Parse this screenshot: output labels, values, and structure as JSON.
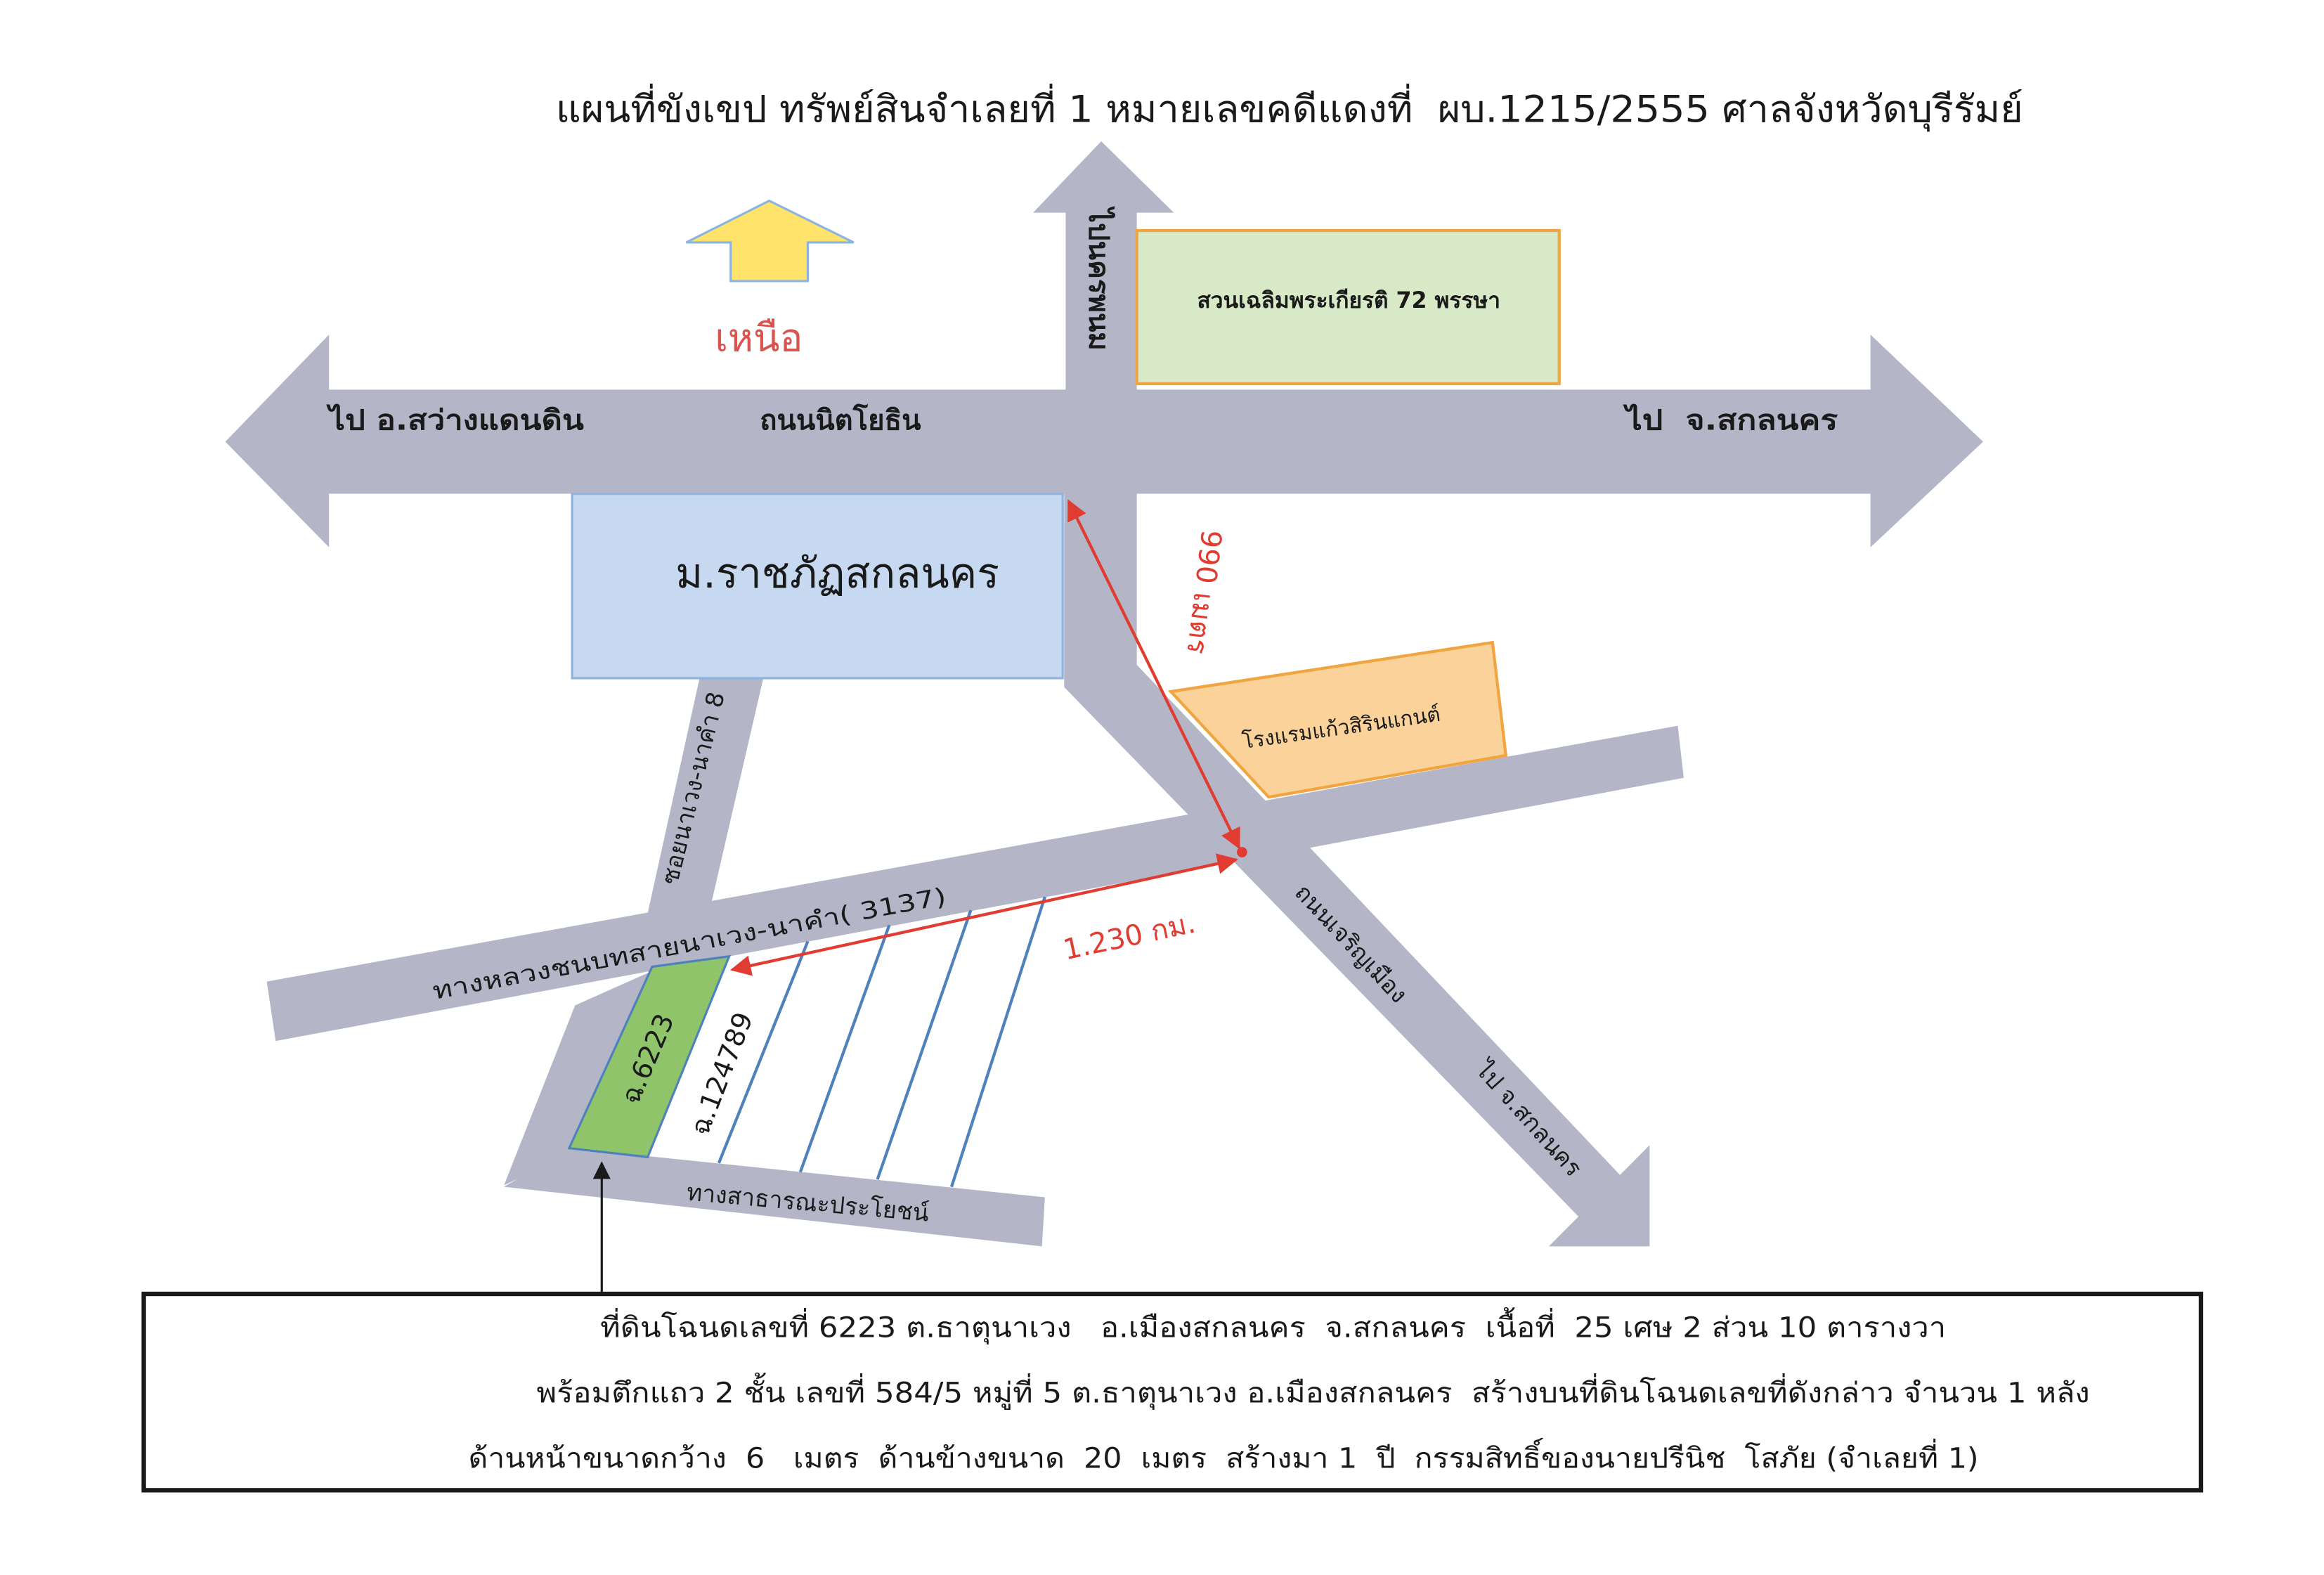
{
  "title": "แผนที่ขังเขป ทรัพย์สินจำเลยที่ 1 หมายเลขคดีแดงที่  ผบ.1215/2555 ศาลจังหวัดบุรีรัมย์",
  "north": {
    "label": "เหนือ"
  },
  "roads": {
    "main_road": "ถนนนิตโยธิน",
    "to_left": "ไป อ.สว่างแดนดิน",
    "to_right": "ไป  จ.สกลนคร",
    "to_north": "ไปนครพนม",
    "diagonal_road": "ถนนเจริญเมือง",
    "diagonal_to": "ไป จ.สกลนคร",
    "highway": "ทางหลวงชนบทสายนาเวง-นาคำ( 3137)",
    "soi": "ซอยนาเวง-นาคำ 8",
    "public_way": "ทางสาธารณะประโยชน์"
  },
  "landmarks": {
    "park": "สวนเฉลิมพระเกียรติ 72 พรรษา",
    "university": "ม.ราชภัฏสกลนคร",
    "hotel": "โรงแรมแก้วสิรินแกนต์"
  },
  "distances": {
    "north_segment": "990 เมตร",
    "highway_segment": "1.230 กม."
  },
  "parcels": {
    "target": "ฉ.6223",
    "neighbor": "ฉ.124789"
  },
  "description": {
    "line1": "ที่ดินโฉนดเลขที่ 6223 ต.ธาตุนาเวง   อ.เมืองสกลนคร  จ.สกลนคร  เนื้อที่  25 เศษ 2 ส่วน 10 ตารางวา",
    "line2": "พร้อมตึกแถว 2 ชั้น เลขที่ 584/5 หมู่ที่ 5 ต.ธาตุนาเวง อ.เมืองสกลนคร  สร้างบนที่ดินโฉนดเลขที่ดังกล่าว จำนวน 1 หลัง",
    "line3": "ด้านหน้าขนาดกว้าง  6   เมตร  ด้านข้างขนาด  20  เมตร  สร้างมา 1  ปี  กรรมสิทธิ์ของนายปรีนิช  โสภัย (จำเลยที่ 1)"
  },
  "colors": {
    "road": "#b4b6c8",
    "north_arrow": "#ffe36b",
    "north_arrow_stroke": "#8db3e2",
    "north_text": "#d9534f",
    "park_fill": "#d8e9c8",
    "park_stroke": "#f0a540",
    "university_fill": "#c6d9f1",
    "university_stroke": "#8db3e2",
    "hotel_fill": "#fbd39a",
    "hotel_stroke": "#f0a540",
    "distance": "#e03c31",
    "parcel_fill": "#8fc46a",
    "parcel_line": "#4f81bd",
    "frame": "#1a1a1a"
  }
}
